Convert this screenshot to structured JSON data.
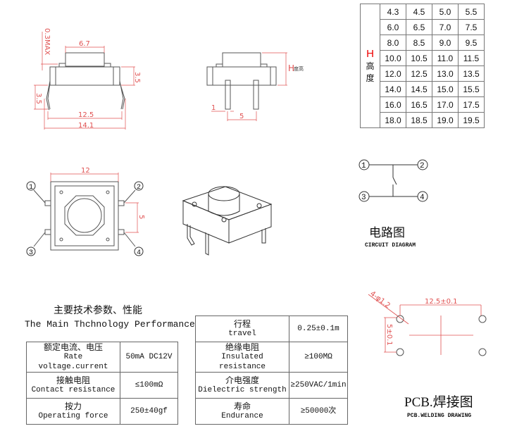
{
  "height_table": {
    "label_symbol": "H",
    "label_cn": "高度",
    "rows": [
      [
        "4.3",
        "4.5",
        "5.0",
        "5.5"
      ],
      [
        "6.0",
        "6.5",
        "7.0",
        "7.5"
      ],
      [
        "8.0",
        "8.5",
        "9.0",
        "9.5"
      ],
      [
        "10.0",
        "10.5",
        "11.0",
        "11.5"
      ],
      [
        "12.0",
        "12.5",
        "13.0",
        "13.5"
      ],
      [
        "14.0",
        "14.5",
        "15.0",
        "15.5"
      ],
      [
        "16.0",
        "16.5",
        "17.0",
        "17.5"
      ],
      [
        "18.0",
        "18.5",
        "19.0",
        "19.5"
      ]
    ]
  },
  "side_view": {
    "d_0_3max": "0.3MAX",
    "d_6_7": "6.7",
    "d_3_5_body": "3.5",
    "d_3_5_leg": "3.5",
    "d_12_5": "12.5",
    "d_14_1": "14.1"
  },
  "front_view": {
    "h_label": "H",
    "h_label_cn": "度高",
    "d_1": "1",
    "d_5": "5"
  },
  "top_view": {
    "d_12": "12",
    "d_5": "5",
    "pins": [
      "1",
      "2",
      "3",
      "4"
    ]
  },
  "circuit": {
    "pins": [
      "1",
      "2",
      "3",
      "4"
    ],
    "title_cn": "电路图",
    "title_en": "CIRCUIT DIAGRAM"
  },
  "specs": {
    "title_cn": "主要技术参数、性能",
    "title_en": "The Main Thchnology Performance",
    "left": [
      {
        "cn": "额定电流、电压",
        "en": "Rate voltage.current",
        "value": "50mA DC12V"
      },
      {
        "cn": "接触电阻",
        "en": "Contact resistance",
        "value": "≤100mΩ"
      },
      {
        "cn": "按力",
        "en": "Operating force",
        "value": "250±40gf"
      }
    ],
    "right": [
      {
        "cn": "行程",
        "en": "travel",
        "value": "0.25±0.1m"
      },
      {
        "cn": "绝缘电阻",
        "en": "Insulated resistance",
        "value": "≥100MΩ"
      },
      {
        "cn": "介电强度",
        "en": "Dielectric strength",
        "value": "≥250VAC/1min"
      },
      {
        "cn": "寿命",
        "en": "Endurance",
        "value": "≥50000次"
      }
    ]
  },
  "pcb": {
    "d_hole": "4-φ1.2",
    "d_12_5": "12.5±0.1",
    "d_5": "5±0.1",
    "title_cn": "PCB.焊接图",
    "title_en": "PCB.WELDING DRAWING"
  },
  "colors": {
    "dimension": "#e05050",
    "outline": "#555555"
  }
}
